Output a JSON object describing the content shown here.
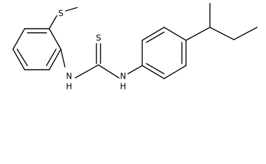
{
  "molecule": {
    "atoms": {
      "sulfur_methylthio": "S",
      "sulfur_thiocarbonyl": "S",
      "nitrogen_left": "N",
      "nitrogen_right": "N",
      "hydrogen_left": "H",
      "hydrogen_right": "H"
    }
  },
  "colors": {
    "bond": "#000000",
    "label": "#000000",
    "background": "#ffffff"
  }
}
